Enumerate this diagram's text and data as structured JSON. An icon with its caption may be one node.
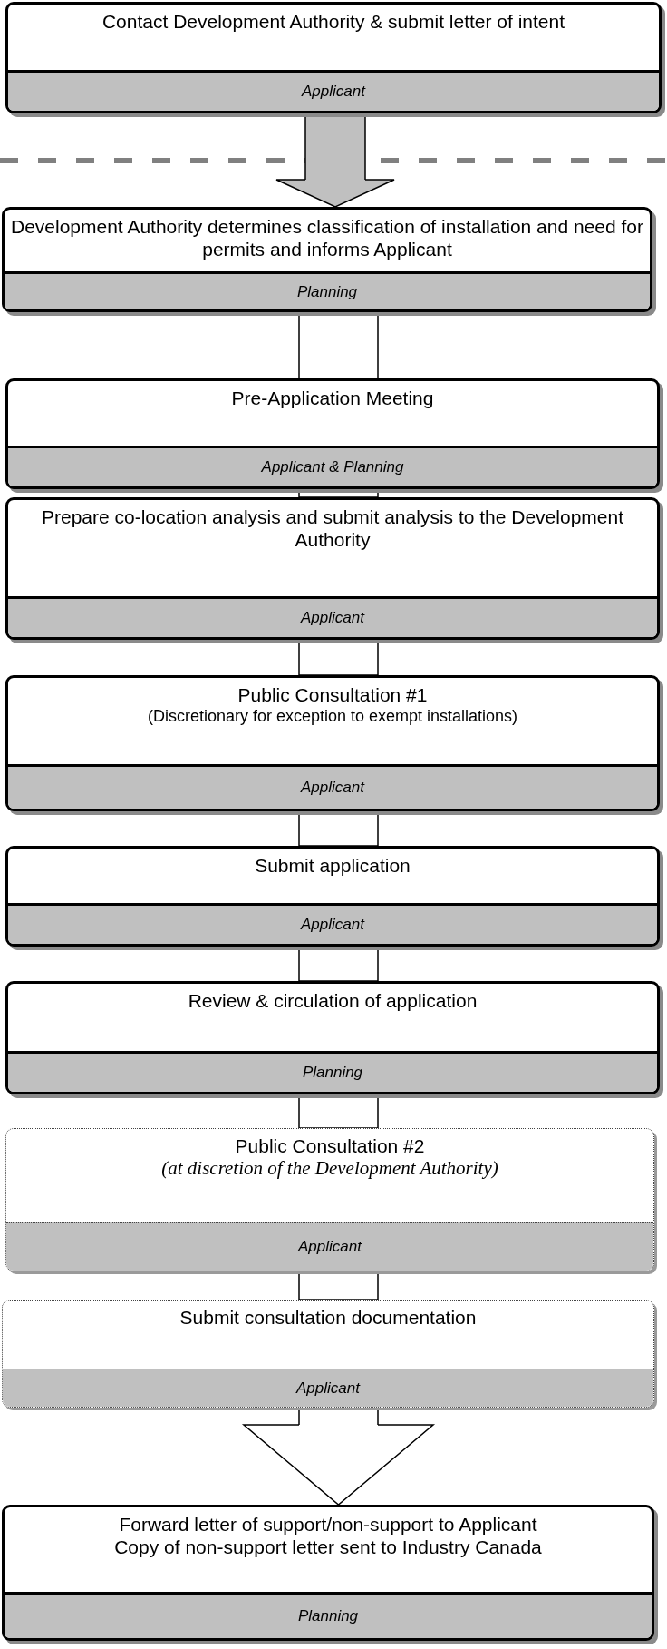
{
  "diagram": {
    "nodes": [
      {
        "text": [
          "Contact Development Authority & submit letter of intent",
          "Applicant"
        ]
      },
      {
        "text": [
          "Development Authority determines classification of installation and need for permits and informs Applicant",
          "Planning"
        ]
      },
      {
        "text": [
          "Pre-Application Meeting",
          "Applicant & Planning"
        ]
      },
      {
        "text": [
          "Prepare co-location analysis and submit analysis to the Development Authority",
          "Applicant"
        ]
      },
      {
        "text": [
          "Public Consultation #1",
          "(Discretionary for exception to exempt installations)",
          "Applicant"
        ]
      },
      {
        "text": [
          "Submit application",
          "Applicant"
        ]
      },
      {
        "text": [
          "Review & circulation of application",
          "Planning"
        ]
      },
      {
        "text": [
          "Public Consultation #2",
          "(at discretion of the Development Authority)",
          "Applicant"
        ]
      },
      {
        "text": [
          "Submit consultation documentation",
          "Applicant"
        ]
      },
      {
        "text": [
          "Forward letter of support/non-support to Applicant",
          "Copy of non-support letter sent to Industry Canada",
          "Planning"
        ]
      }
    ],
    "edges": [
      {
        "from": 0,
        "to": 1,
        "arrow": "to"
      },
      {
        "from": 1,
        "to": 2,
        "arrow": "none"
      },
      {
        "from": 2,
        "to": 3,
        "arrow": "none"
      },
      {
        "from": 3,
        "to": 4,
        "arrow": "none"
      },
      {
        "from": 4,
        "to": 5,
        "arrow": "none"
      },
      {
        "from": 5,
        "to": 6,
        "arrow": "none"
      },
      {
        "from": 6,
        "to": 7,
        "arrow": "none"
      },
      {
        "from": 7,
        "to": 8,
        "arrow": "none"
      },
      {
        "from": 8,
        "to": 9,
        "arrow": "to"
      }
    ]
  }
}
